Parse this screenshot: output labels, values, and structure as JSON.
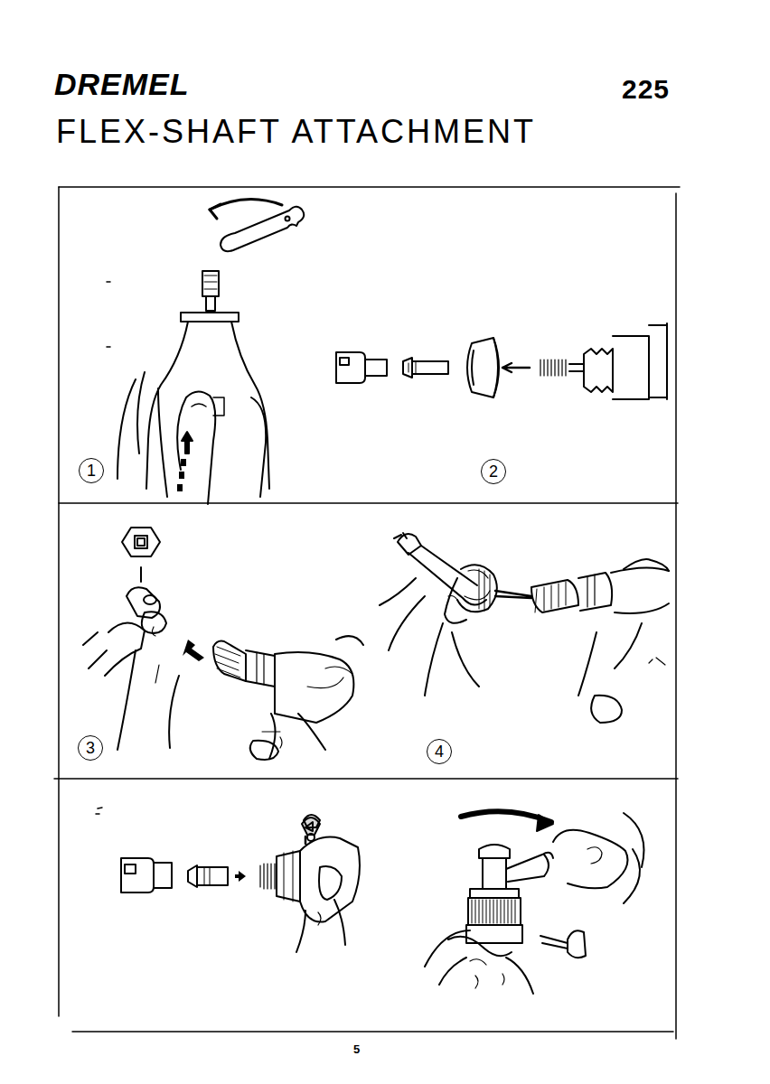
{
  "diagram": {
    "title": "FLEX-SHAFT ATTACHMENT",
    "labels": [
      "DREMEL",
      "225",
      "1",
      "2",
      "3",
      "4",
      "5"
    ]
  }
}
